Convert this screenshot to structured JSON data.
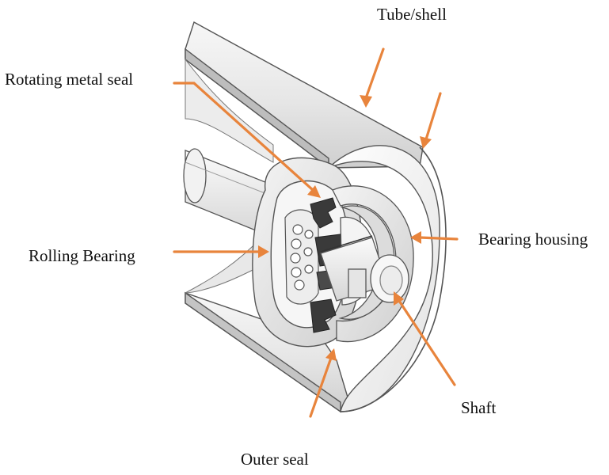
{
  "diagram": {
    "labels": {
      "tube_shell": "Tube/shell",
      "rotating_metal_seal": "Rotating metal seal",
      "rolling_bearing": "Rolling Bearing",
      "bearing_housing": "Bearing housing",
      "shaft": "Shaft",
      "outer_seal": "Outer seal"
    },
    "colors": {
      "arrow": "#e8843c",
      "outline": "#555555",
      "shade_light": "#efefef",
      "shade_mid": "#d9d9d9",
      "shade_dark": "#3a3a3a"
    }
  }
}
